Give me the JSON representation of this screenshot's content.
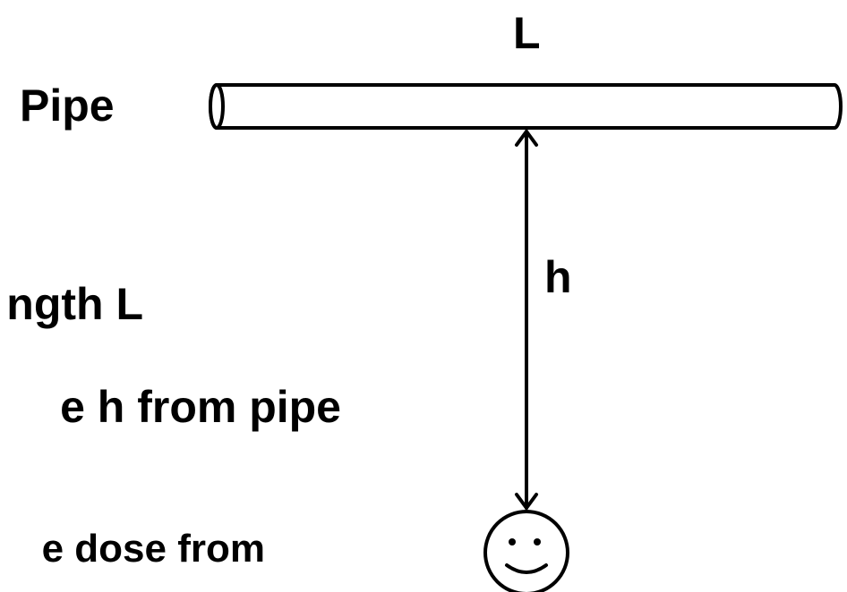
{
  "labels": {
    "length": "L",
    "pipe": "Pipe",
    "height": "h"
  },
  "text_lines": [
    "ngth L",
    "e h from pipe",
    "e dose from"
  ],
  "colors": {
    "stroke": "#000000",
    "background": "#ffffff"
  },
  "icons": [
    "person-smiley-icon",
    "double-arrow-icon"
  ]
}
